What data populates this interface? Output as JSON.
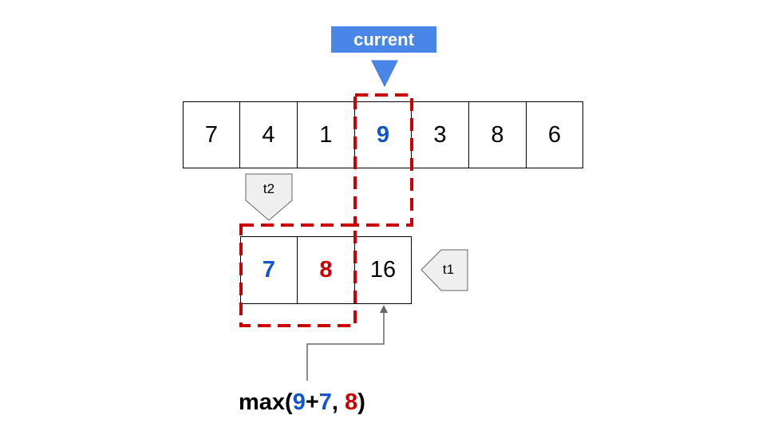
{
  "current_label": "current",
  "colors": {
    "blue": "#1155cc",
    "red": "#cc0000",
    "pointer_fill": "#4a86e8",
    "dash_red": "#cc0000",
    "tag_fill": "#efefef",
    "arrow_gray": "#666666"
  },
  "top_row": [
    "7",
    "4",
    "1",
    "9",
    "3",
    "8",
    "6"
  ],
  "dp_row": [
    "7",
    "8",
    "16"
  ],
  "tags": {
    "t1": "t1",
    "t2": "t2"
  },
  "formula": {
    "prefix": "max(",
    "term_a": "9",
    "plus": "+",
    "term_b": "7",
    "sep": ", ",
    "term_c": "8",
    "suffix": ")"
  }
}
